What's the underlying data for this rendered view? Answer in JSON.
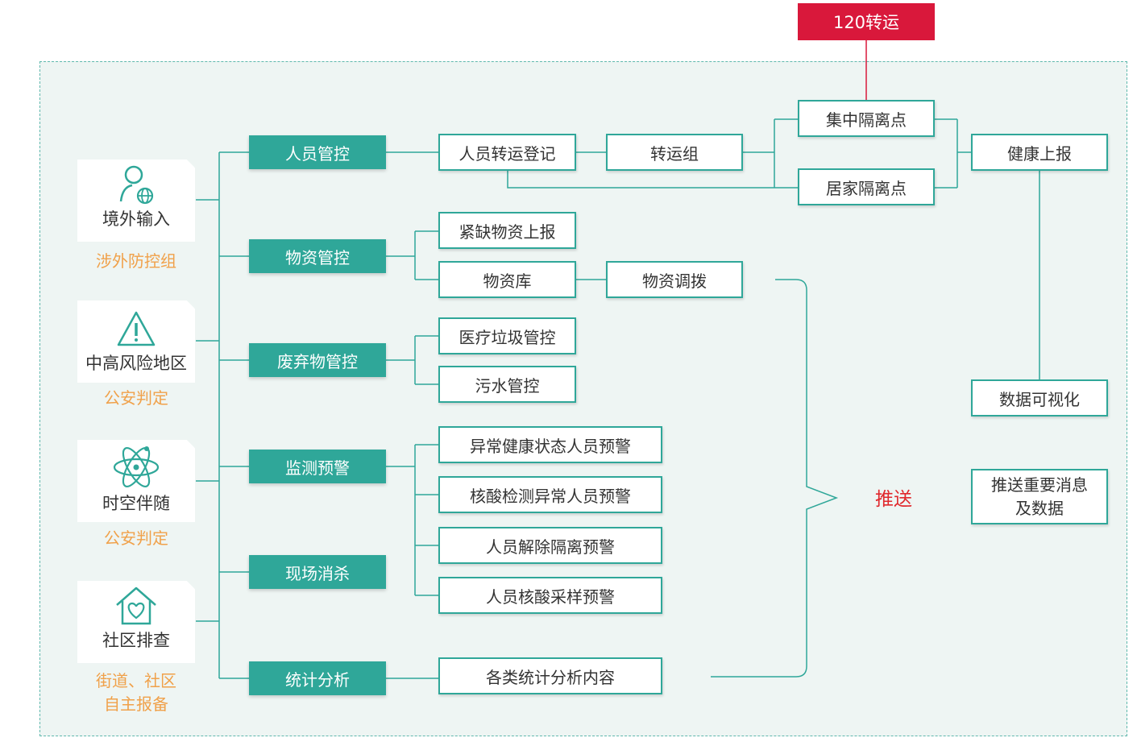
{
  "sources": [
    {
      "label": "境外输入",
      "sub": "涉外防控组",
      "icon": "person-globe-icon"
    },
    {
      "label": "中高风险地区",
      "sub": "公安判定",
      "icon": "warning-icon"
    },
    {
      "label": "时空伴随",
      "sub": "公安判定",
      "icon": "atom-icon"
    },
    {
      "label": "社区排查",
      "sub1": "街道、社区",
      "sub2": "自主报备",
      "icon": "house-heart-icon"
    }
  ],
  "categories": [
    "人员管控",
    "物资管控",
    "废弃物管控",
    "监测预警",
    "现场消杀",
    "统计分析"
  ],
  "personnel": {
    "register": "人员转运登记",
    "transfer_group": "转运组",
    "central_isolation": "集中隔离点",
    "home_isolation": "居家隔离点",
    "ambulance": "120转运",
    "health_report": "健康上报",
    "data_vis": "数据可视化"
  },
  "supplies": {
    "shortage": "紧缺物资上报",
    "warehouse": "物资库",
    "allocation": "物资调拨"
  },
  "waste": {
    "medical": "医疗垃圾管控",
    "sewage": "污水管控"
  },
  "warnings": [
    "异常健康状态人员预警",
    "核酸检测异常人员预警",
    "人员解除隔离预警",
    "人员核酸采样预警"
  ],
  "stats": {
    "content": "各类统计分析内容"
  },
  "push": {
    "label": "推送",
    "target_line1": "推送重要消息",
    "target_line2": "及数据"
  },
  "colors": {
    "teal": "#2fa799",
    "red": "#d9183b",
    "orange": "#f0a14a",
    "panel_bg": "#eef5f3"
  }
}
